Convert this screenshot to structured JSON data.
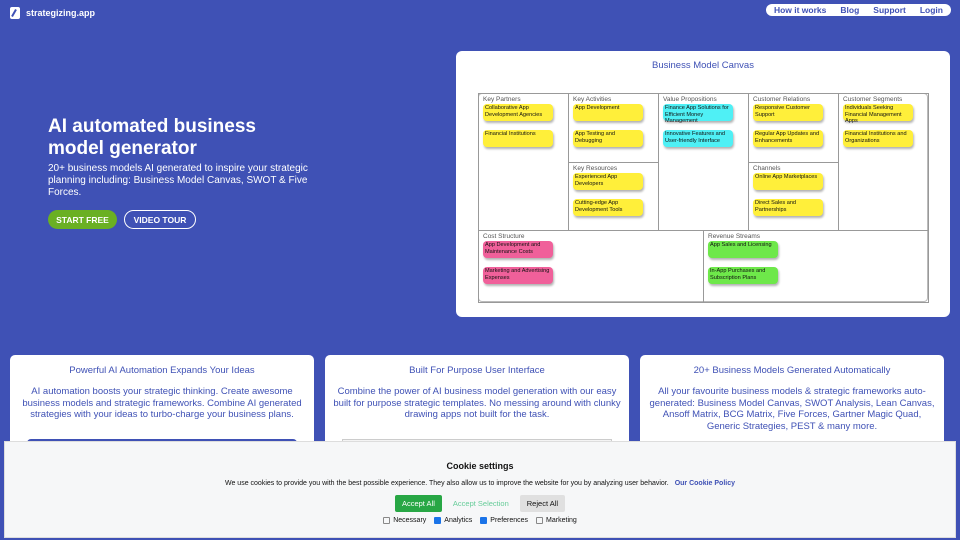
{
  "header": {
    "brand": "strategizing.app",
    "nav": [
      "How it works",
      "Blog",
      "Support",
      "Login"
    ]
  },
  "hero": {
    "title": "AI automated business model generator",
    "subtitle": "20+ business models AI generated to inspire your strategic planning including: Business Model Canvas, SWOT & Five Forces.",
    "start": "START FREE",
    "tour": "VIDEO TOUR"
  },
  "canvas": {
    "title": "Business Model Canvas",
    "key_partners": {
      "label": "Key Partners",
      "notes": [
        "Collaborative App Development Agencies",
        "Financial Institutions"
      ]
    },
    "key_activities": {
      "label": "Key Activities",
      "notes": [
        "App Development",
        "App Testing and Debugging"
      ]
    },
    "key_resources": {
      "label": "Key Resources",
      "notes": [
        "Experienced App Developers",
        "Cutting-edge App Development Tools"
      ]
    },
    "value_propositions": {
      "label": "Value Propositions",
      "notes": [
        "Finance App Solutions for Efficient Money Management",
        "Innovative Features and User-friendly Interface"
      ]
    },
    "customer_relations": {
      "label": "Customer Relations",
      "notes": [
        "Responsive Customer Support",
        "Regular App Updates and Enhancements"
      ]
    },
    "channels": {
      "label": "Channels",
      "notes": [
        "Online App Marketplaces",
        "Direct Sales and Partnerships"
      ]
    },
    "customer_segments": {
      "label": "Customer Segments",
      "notes": [
        "Individuals Seeking Financial Management Apps",
        "Financial Institutions and Organizations"
      ]
    },
    "cost_structure": {
      "label": "Cost Structure",
      "notes": [
        "App Development and Maintenance Costs",
        "Marketing and Advertising Expenses"
      ]
    },
    "revenue_streams": {
      "label": "Revenue Streams",
      "notes": [
        "App Sales and Licensing",
        "In-App Purchases and Subscription Plans"
      ]
    }
  },
  "features": [
    {
      "title": "Powerful AI Automation Expands Your Ideas",
      "text": "AI automation boosts your strategic thinking. Create awesome business models and strategic frameworks. Combine AI generated strategies with your ideas to turbo-charge your business plans."
    },
    {
      "title": "Built For Purpose User Interface",
      "text": "Combine the power of AI business model generation with our easy built for purpose strategic templates. No messing around with clunky drawing apps not built for the task."
    },
    {
      "title": "20+ Business Models Generated Automatically",
      "text": "All your favourite business models & strategic frameworks auto-generated: Business Model Canvas, SWOT Analysis, Lean Canvas, Ansoff Matrix, BCG Matrix, Five Forces, Gartner Magic Quad, Generic Strategies, PEST & many more."
    }
  ],
  "cookie": {
    "title": "Cookie settings",
    "message": "We use cookies to provide you with the best possible experience. They also allow us to improve the website for you by analyzing user behavior.",
    "policy": "Our Cookie Policy",
    "accept_all": "Accept All",
    "accept_selection": "Accept Selection",
    "reject_all": "Reject All",
    "options": [
      {
        "label": "Necessary",
        "checked": false
      },
      {
        "label": "Analytics",
        "checked": true
      },
      {
        "label": "Preferences",
        "checked": true
      },
      {
        "label": "Marketing",
        "checked": false
      }
    ]
  },
  "colors": {
    "background": "#3f51b5",
    "start": "#6ab023",
    "accept": "#28a745"
  }
}
